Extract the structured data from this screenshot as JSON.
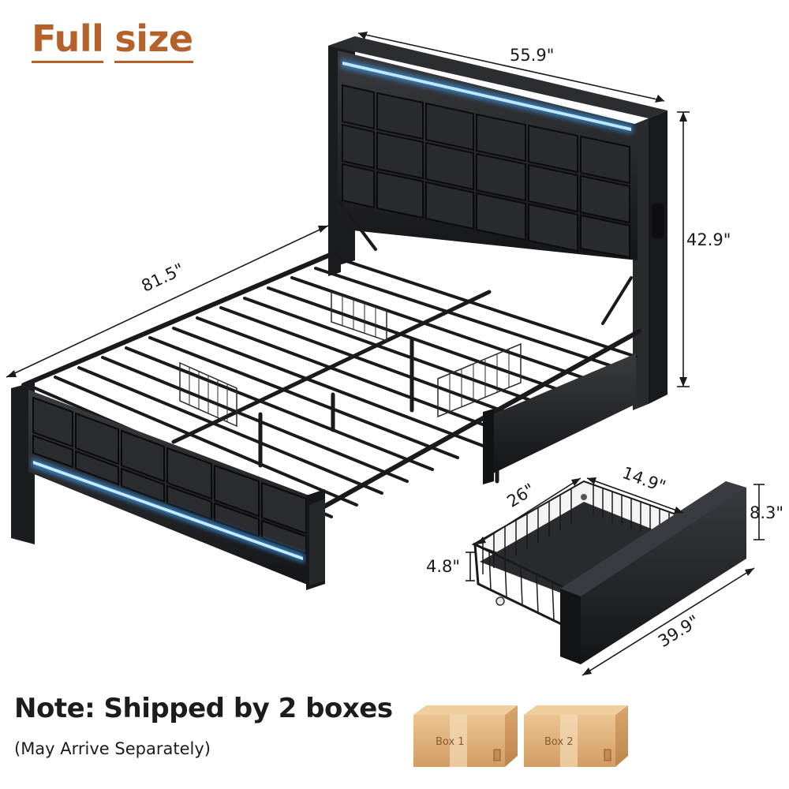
{
  "title": {
    "word1": "Full",
    "word2": "size"
  },
  "dimensions": {
    "headboard_width": "55.9\"",
    "headboard_height": "42.9\"",
    "bed_length": "81.5\"",
    "drawer_depth": "26\"",
    "drawer_width": "14.9\"",
    "drawer_front_height": "8.3\"",
    "drawer_basket_height": "4.8\"",
    "drawer_length": "39.9\""
  },
  "note": {
    "main": "Note: Shipped by 2 boxes",
    "sub": "(May Arrive Separately)"
  },
  "boxes": [
    {
      "label": "Box 1"
    },
    {
      "label": "Box 2"
    }
  ],
  "colors": {
    "accent": "#b5612c",
    "led": "#3aa8ff",
    "leather": "#1e1f22",
    "cardboard": "#e2b27e"
  }
}
